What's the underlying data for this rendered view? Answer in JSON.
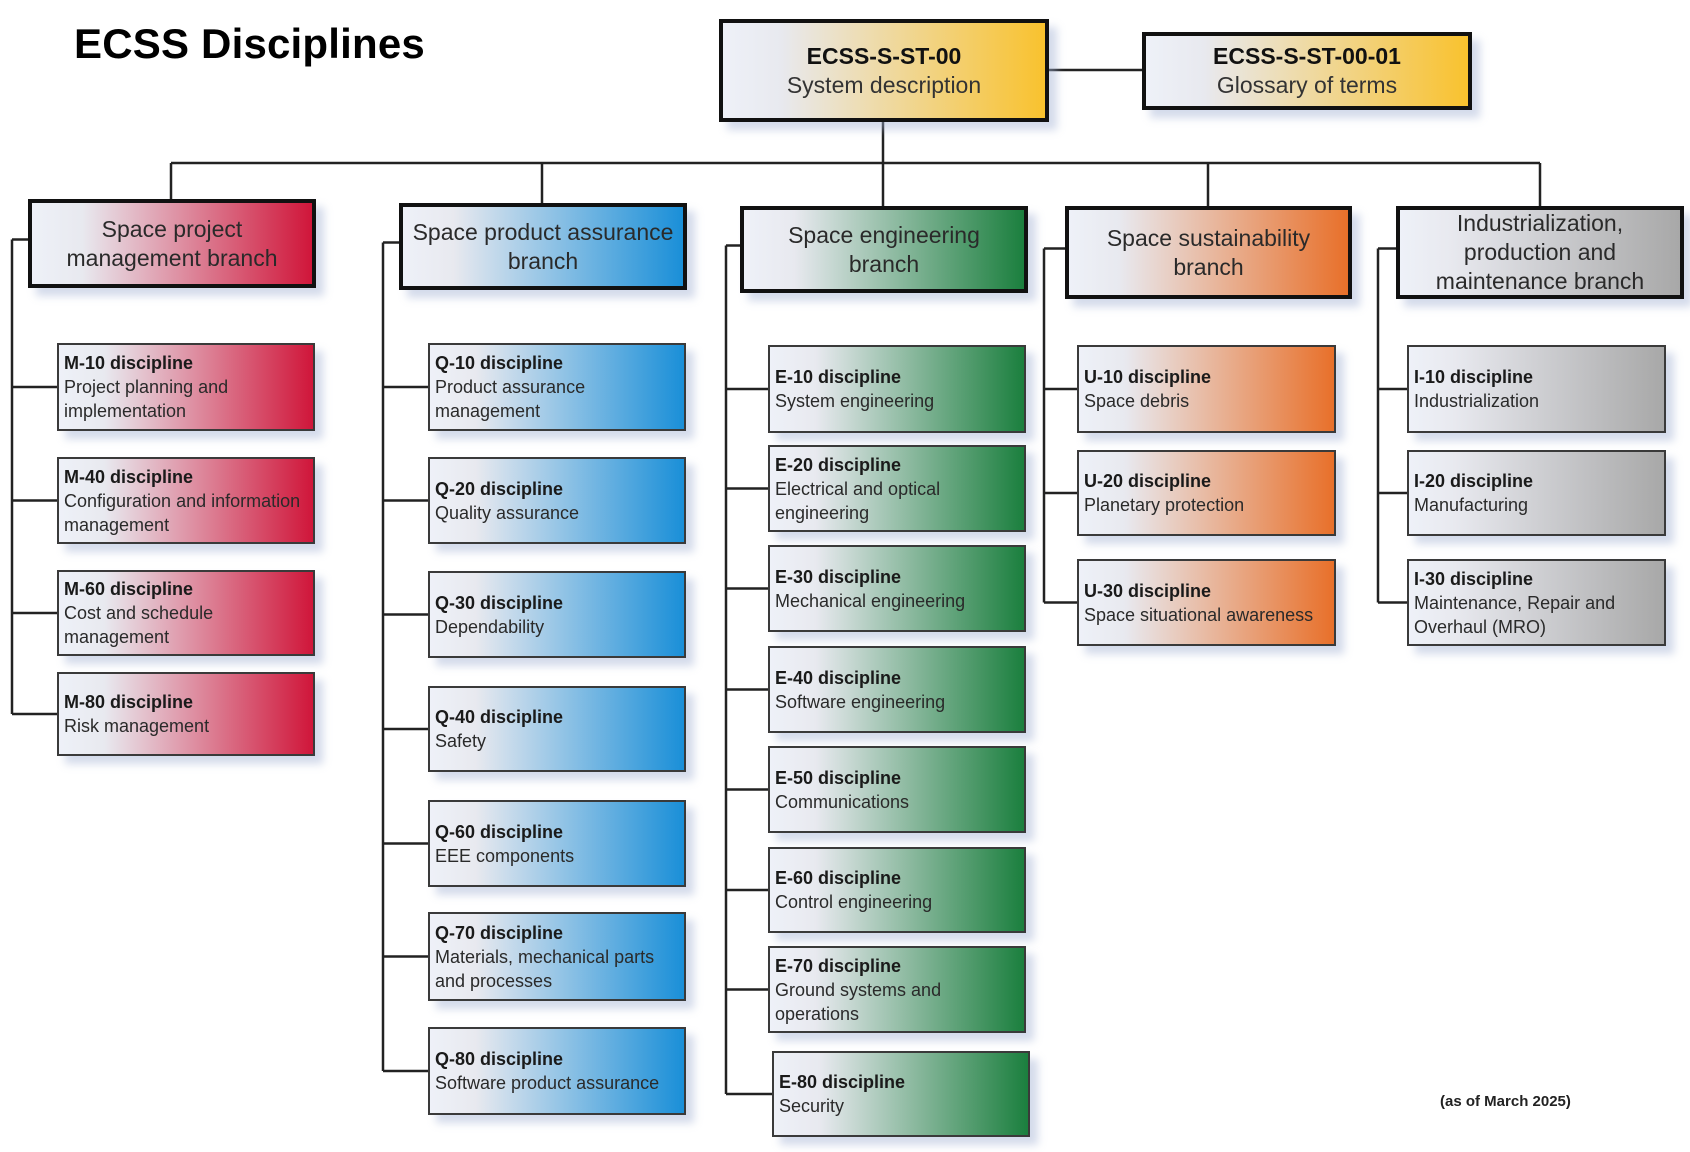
{
  "title": "ECSS Disciplines",
  "footnote": "(as of March 2025)",
  "root": {
    "code": "ECSS-S-ST-00",
    "label": "System description",
    "color": "#f9c22e"
  },
  "glossary": {
    "code": "ECSS-S-ST-00-01",
    "label": "Glossary of terms",
    "color": "#f9c22e"
  },
  "branches": [
    {
      "id": "m",
      "label": "Space project management branch",
      "color": "#d0163a",
      "disciplines": [
        {
          "code": "M-10 discipline",
          "label": "Project planning and implementation"
        },
        {
          "code": "M-40 discipline",
          "label": "Configuration and information management"
        },
        {
          "code": "M-60 discipline",
          "label": "Cost and schedule management"
        },
        {
          "code": "M-80 discipline",
          "label": "Risk management"
        }
      ]
    },
    {
      "id": "q",
      "label": "Space product assurance branch",
      "color": "#1a8fd8",
      "disciplines": [
        {
          "code": "Q-10 discipline",
          "label": "Product assurance management"
        },
        {
          "code": "Q-20 discipline",
          "label": "Quality assurance"
        },
        {
          "code": "Q-30 discipline",
          "label": "Dependability"
        },
        {
          "code": "Q-40 discipline",
          "label": "Safety"
        },
        {
          "code": "Q-60 discipline",
          "label": "EEE components"
        },
        {
          "code": "Q-70 discipline",
          "label": "Materials, mechanical parts and processes"
        },
        {
          "code": "Q-80 discipline",
          "label": "Software product assurance"
        }
      ]
    },
    {
      "id": "e",
      "label": "Space engineering branch",
      "color": "#1b7f3e",
      "disciplines": [
        {
          "code": "E-10 discipline",
          "label": "System engineering"
        },
        {
          "code": "E-20 discipline",
          "label": "Electrical and optical engineering"
        },
        {
          "code": "E-30 discipline",
          "label": "Mechanical engineering"
        },
        {
          "code": "E-40 discipline",
          "label": "Software engineering"
        },
        {
          "code": "E-50 discipline",
          "label": "Communications"
        },
        {
          "code": "E-60 discipline",
          "label": "Control engineering"
        },
        {
          "code": "E-70 discipline",
          "label": "Ground systems and operations"
        },
        {
          "code": "E-80 discipline",
          "label": "Security"
        }
      ]
    },
    {
      "id": "u",
      "label": "Space sustainability branch",
      "color": "#e8702a",
      "disciplines": [
        {
          "code": "U-10 discipline",
          "label": "Space debris"
        },
        {
          "code": "U-20 discipline",
          "label": "Planetary protection"
        },
        {
          "code": "U-30 discipline",
          "label": "Space situational awareness"
        }
      ]
    },
    {
      "id": "i",
      "label": "Industrialization, production and maintenance branch",
      "color": "#a8a8a8",
      "disciplines": [
        {
          "code": "I-10 discipline",
          "label": "Industrialization"
        },
        {
          "code": "I-20 discipline",
          "label": "Manufacturing"
        },
        {
          "code": "I-30 discipline",
          "label": "Maintenance, Repair and Overhaul (MRO)"
        }
      ]
    }
  ]
}
